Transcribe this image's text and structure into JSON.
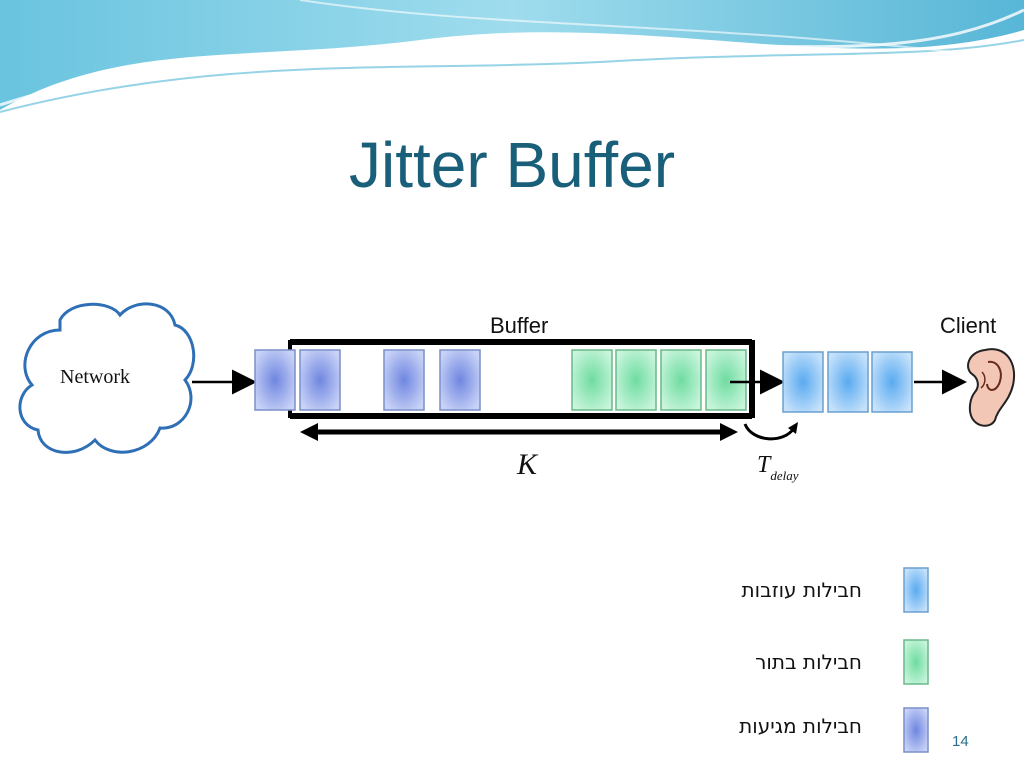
{
  "slide": {
    "title": "Jitter Buffer",
    "page_number": "14"
  },
  "diagram": {
    "network_label": "Network",
    "buffer_label": "Buffer",
    "client_label": "Client",
    "k_label": "K",
    "tdelay_main": "T",
    "tdelay_sub": "delay"
  },
  "legend": {
    "items": [
      {
        "label": "חבילות עוזבות",
        "color": "#7fbff0"
      },
      {
        "label": "חבילות בתור",
        "color": "#8ee8b4"
      },
      {
        "label": "חבילות מגיעות",
        "color": "#8fa6ec"
      }
    ]
  },
  "colors": {
    "title": "#1a5f7a",
    "arriving": "#8fa6ec",
    "queued": "#8ee8b4",
    "leaving": "#7fbff0",
    "network_cloud_stroke": "#2f6fb5"
  }
}
